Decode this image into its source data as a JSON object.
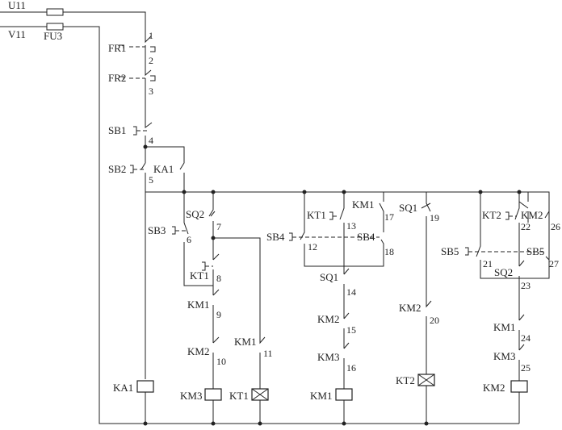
{
  "supply": {
    "phase_a": "U11",
    "phase_b": "V11",
    "fuse": "FU3"
  },
  "devices": {
    "FR1": "FR1",
    "FR2": "FR2",
    "SB1": "SB1",
    "SB2": "SB2",
    "KA1": "KA1",
    "SB3": "SB3",
    "SQ2": "SQ2",
    "KT1": "KT1",
    "KM1": "KM1",
    "KM2": "KM2",
    "KM3": "KM3",
    "SB4": "SB4",
    "SQ1": "SQ1",
    "KT2": "KT2",
    "SB5": "SB5"
  },
  "coils": {
    "ka1": "KA1",
    "km3": "KM3",
    "kt1": "KT1",
    "km1": "KM1",
    "kt2": "KT2",
    "km2": "KM2"
  },
  "nodes": {
    "n1": "1",
    "n2": "2",
    "n3": "3",
    "n4": "4",
    "n5": "5",
    "n6": "6",
    "n7": "7",
    "n8": "8",
    "n9": "9",
    "n10": "10",
    "n11": "11",
    "n12": "12",
    "n13": "13",
    "n14": "14",
    "n15": "15",
    "n16": "16",
    "n17": "17",
    "n18": "18",
    "n19": "19",
    "n20": "20",
    "n21": "21",
    "n22": "22",
    "n23": "23",
    "n24": "24",
    "n25": "25",
    "n26": "26",
    "n27": "27"
  }
}
